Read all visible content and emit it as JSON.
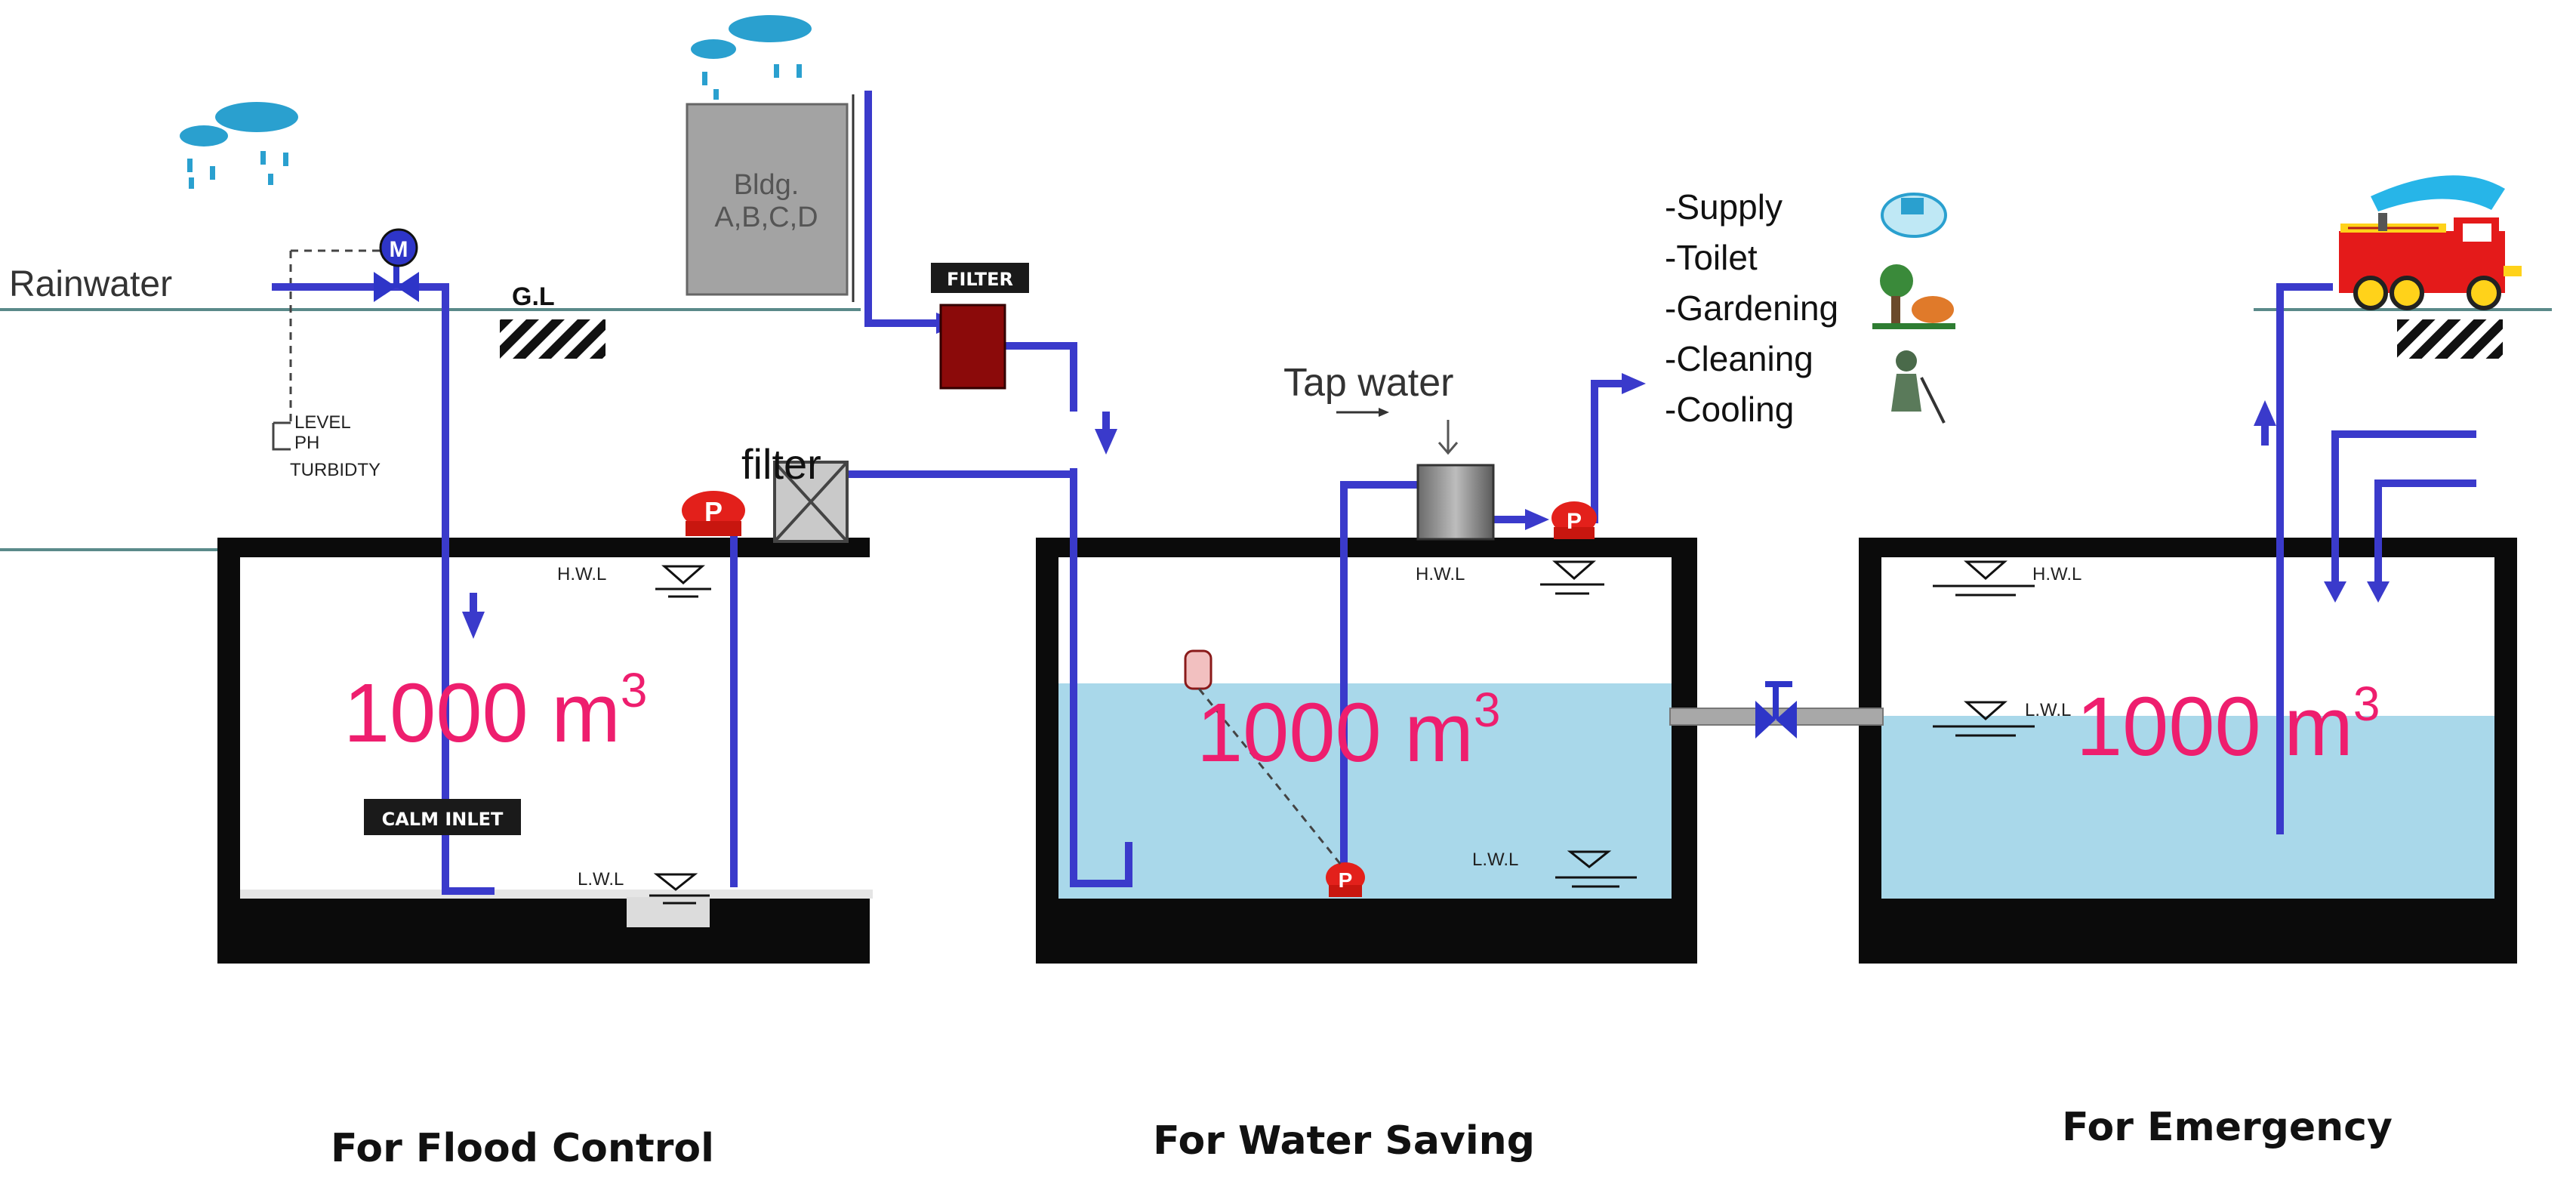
{
  "labels": {
    "rainwater": "Rainwater",
    "building": [
      "Bldg.",
      "A,B,C,D"
    ],
    "ground_level": "G.L",
    "sensors": [
      "LEVEL",
      "PH",
      "TURBIDTY"
    ],
    "filter_top": "FILTER",
    "filter_small": "filter",
    "calm_inlet": "CALM INLET",
    "tap_water": "Tap  water",
    "motor": "M",
    "pump": "P",
    "hwl": "H.W.L",
    "lwl": "L.W.L"
  },
  "uses": [
    "-Supply",
    "-Toilet",
    "-Gardening",
    "-Cleaning",
    "-Cooling"
  ],
  "tanks": [
    {
      "volume": "1000 m",
      "exp": "3",
      "caption": "For Flood Control"
    },
    {
      "volume": "1000 m",
      "exp": "3",
      "caption": "For Water Saving"
    },
    {
      "volume": "1000 m",
      "exp": "3",
      "caption": "For Emergency"
    }
  ],
  "colors": {
    "pipe": "#3a3acb",
    "water": "#a9d8ea",
    "pump": "#e3201b",
    "volume": "#ee1e6e",
    "tank": "#0b0b0b"
  }
}
